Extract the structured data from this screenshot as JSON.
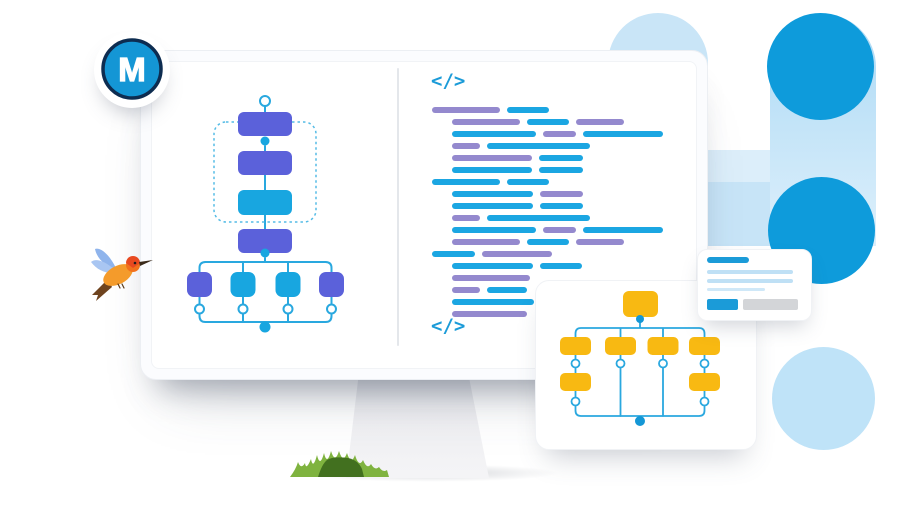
{
  "logo": {
    "monogram": "M",
    "circle_fill": "#1496D5",
    "ring": "#0D2C50",
    "monogram_color": "#FFFFFF"
  },
  "decor": {
    "arch": "#C9E5F7",
    "band": "#DCEEFA",
    "band_overlap": "#C7E4F7",
    "pill_top": "#ABD9F5",
    "pill_bottom": "#DCEFFB",
    "circle_solid": "#0E9BDB",
    "circle_soft": "#BFE3F8"
  },
  "monitor": {
    "frame": "#FBFCFE",
    "screen": "#FFFFFF",
    "divider": "#E4E7EB"
  },
  "flows": {
    "left": {
      "connector": "#29A8DF",
      "dot": "#18A6E0",
      "dotted_border": "#55BCE6",
      "stack": [
        "#5B61DA",
        "#5B61DA",
        "#18A6E0",
        "#5B61DA"
      ],
      "branches": [
        "#5B61DA",
        "#18A6E0",
        "#18A6E0",
        "#5B61DA"
      ]
    },
    "card": {
      "connector": "#2AA8DF",
      "dot": "#1497D6",
      "node": "#F8B912"
    }
  },
  "code": {
    "open_tag": "</>",
    "close_tag": "</>",
    "tag_color": "#1B9BD8",
    "palette": {
      "b": "#1BA6E2",
      "p": "#9489CE"
    },
    "rows": [
      {
        "indent": 0,
        "segs": [
          [
            "p",
            68
          ],
          [
            "b",
            42
          ]
        ]
      },
      {
        "indent": 1,
        "segs": [
          [
            "p",
            68
          ],
          [
            "b",
            42
          ],
          [
            "p",
            48
          ]
        ]
      },
      {
        "indent": 1,
        "segs": [
          [
            "b",
            84
          ],
          [
            "p",
            33
          ],
          [
            "b",
            80
          ]
        ]
      },
      {
        "indent": 1,
        "segs": [
          [
            "p",
            28
          ],
          [
            "b",
            103
          ]
        ]
      },
      {
        "indent": 1,
        "segs": [
          [
            "p",
            80
          ],
          [
            "b",
            44
          ]
        ]
      },
      {
        "indent": 1,
        "segs": [
          [
            "b",
            80
          ],
          [
            "b",
            44
          ]
        ]
      },
      {
        "indent": 0,
        "segs": [
          [
            "b",
            68
          ],
          [
            "b",
            42
          ]
        ]
      },
      {
        "indent": 1,
        "segs": [
          [
            "b",
            81
          ],
          [
            "p",
            43
          ]
        ]
      },
      {
        "indent": 1,
        "segs": [
          [
            "b",
            81
          ],
          [
            "b",
            43
          ]
        ]
      },
      {
        "indent": 1,
        "segs": [
          [
            "p",
            28
          ],
          [
            "b",
            103
          ]
        ]
      },
      {
        "indent": 1,
        "segs": [
          [
            "b",
            84
          ],
          [
            "p",
            33
          ],
          [
            "b",
            80
          ]
        ]
      },
      {
        "indent": 1,
        "segs": [
          [
            "p",
            68
          ],
          [
            "b",
            42
          ],
          [
            "p",
            48
          ]
        ]
      },
      {
        "indent": 0,
        "segs": [
          [
            "b",
            43
          ],
          [
            "p",
            70
          ]
        ]
      },
      {
        "indent": 1,
        "segs": [
          [
            "b",
            81
          ],
          [
            "b",
            42
          ]
        ]
      },
      {
        "indent": 1,
        "segs": [
          [
            "p",
            78
          ]
        ]
      },
      {
        "indent": 1,
        "segs": [
          [
            "p",
            28
          ],
          [
            "b",
            40
          ]
        ]
      },
      {
        "indent": 1,
        "segs": [
          [
            "b",
            82
          ]
        ]
      },
      {
        "indent": 1,
        "segs": [
          [
            "p",
            75
          ]
        ]
      }
    ]
  },
  "info_card": {
    "title_bar": "#1B9BD8",
    "line_color": "#BFE0F5",
    "primary_button": "#1B9BD8",
    "secondary_button": "#D3D5D8"
  },
  "nature": {
    "bird_body": "#F49B2B",
    "bird_head": "#E8491F",
    "bird_wing": "#8FB4EC",
    "bird_tail": "#6E431E",
    "grass_light": "#7FB33F",
    "grass_dark": "#42701F"
  }
}
